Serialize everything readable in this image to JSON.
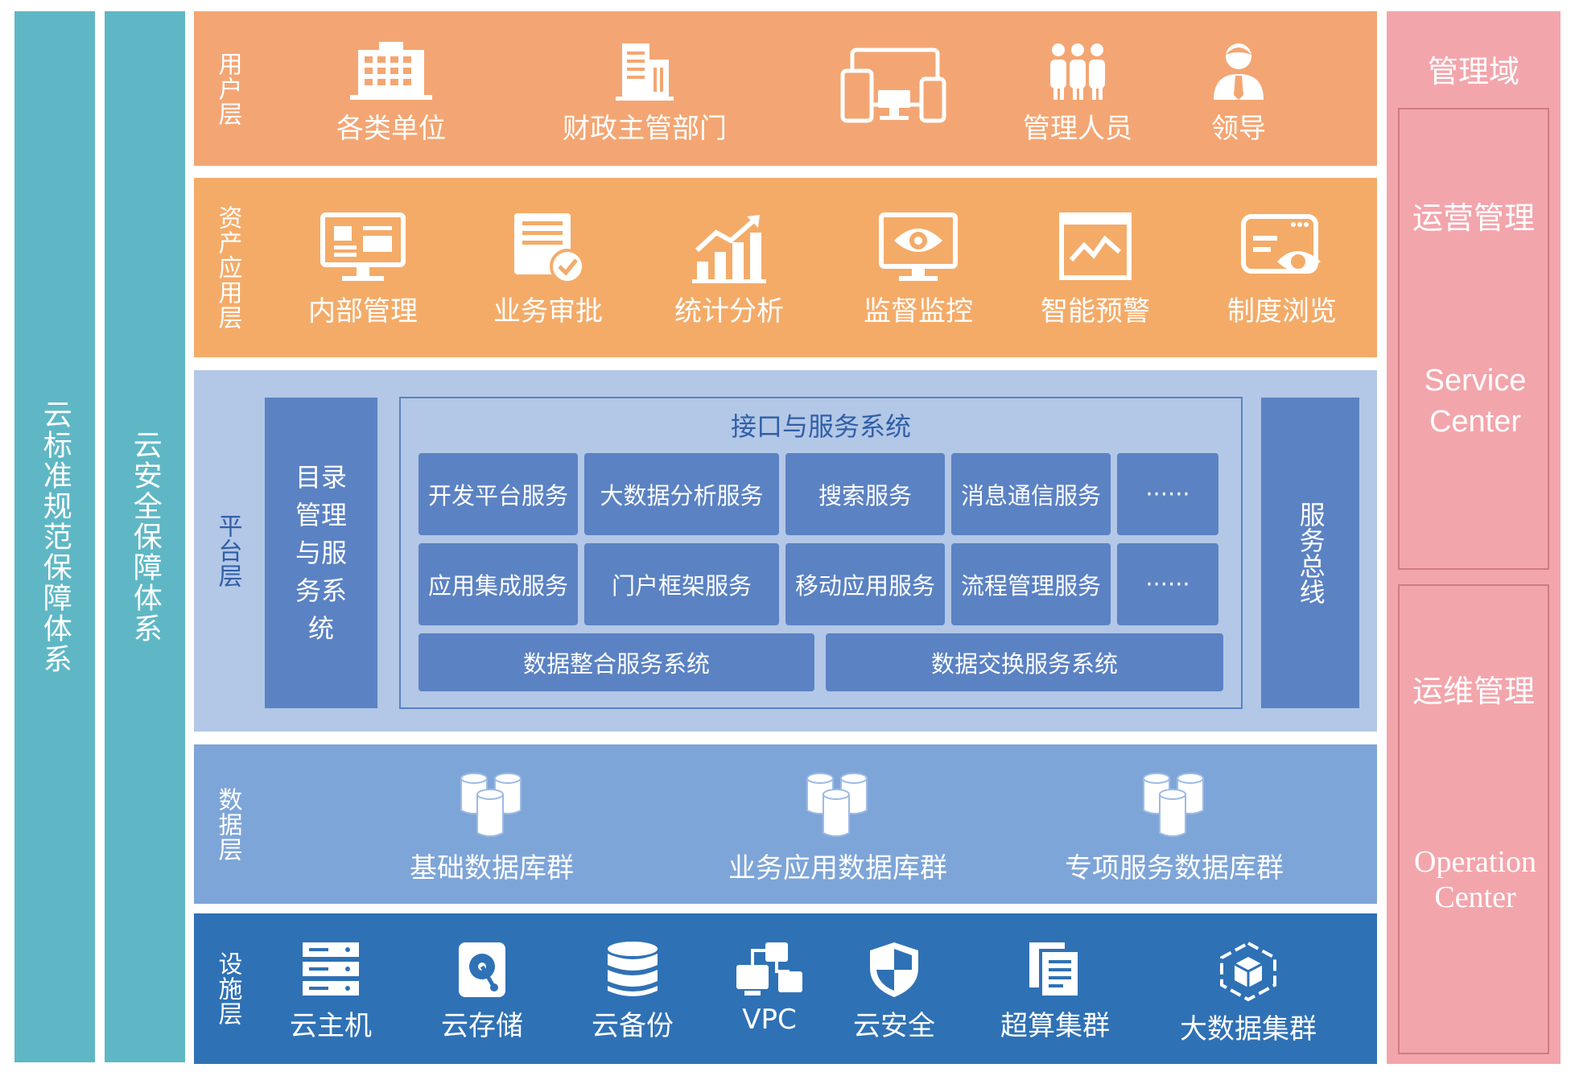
{
  "left_columns": {
    "standards": "云标准规范保障体系",
    "security": "云安全保障体系"
  },
  "user_layer": {
    "label": "用户层",
    "items": [
      {
        "label": "各类单位",
        "icon": "building-icon"
      },
      {
        "label": "财政主管部门",
        "icon": "office-building-icon"
      },
      {
        "label": "",
        "icon": "multi-device-icon"
      },
      {
        "label": "管理人员",
        "icon": "group-people-icon"
      },
      {
        "label": "领导",
        "icon": "leader-person-icon"
      }
    ]
  },
  "app_layer": {
    "label": "资产应用层",
    "items": [
      {
        "label": "内部管理",
        "icon": "monitor-profile-icon"
      },
      {
        "label": "业务审批",
        "icon": "document-check-icon"
      },
      {
        "label": "统计分析",
        "icon": "bar-chart-growth-icon"
      },
      {
        "label": "监督监控",
        "icon": "monitor-eye-icon"
      },
      {
        "label": "智能预警",
        "icon": "trend-window-icon"
      },
      {
        "label": "制度浏览",
        "icon": "browser-eye-icon"
      }
    ]
  },
  "platform_layer": {
    "label": "平台层",
    "catalog": "目录管理与服务系统",
    "bus": "服务总线",
    "interface_title": "接口与服务系统",
    "services_row1": [
      "开发平台服务",
      "大数据分析服务",
      "搜索服务",
      "消息通信服务",
      "······"
    ],
    "services_row2": [
      "应用集成服务",
      "门户框架服务",
      "移动应用服务",
      "流程管理服务",
      "······"
    ],
    "bottom_systems": [
      "数据整合服务系统",
      "数据交换服务系统"
    ]
  },
  "data_layer": {
    "label": "数据层",
    "items": [
      {
        "label": "基础数据库群",
        "icon": "database-cluster-icon"
      },
      {
        "label": "业务应用数据库群",
        "icon": "database-cluster-icon"
      },
      {
        "label": "专项服务数据库群",
        "icon": "database-cluster-icon"
      }
    ]
  },
  "infra_layer": {
    "label": "设施层",
    "items": [
      {
        "label": "云主机",
        "icon": "server-rack-icon"
      },
      {
        "label": "云存储",
        "icon": "hard-disk-icon"
      },
      {
        "label": "云备份",
        "icon": "database-stack-icon"
      },
      {
        "label": "VPC",
        "icon": "network-devices-icon"
      },
      {
        "label": "云安全",
        "icon": "shield-icon"
      },
      {
        "label": "超算集群",
        "icon": "documents-icon"
      },
      {
        "label": "大数据集群",
        "icon": "cube-hexagon-icon"
      }
    ]
  },
  "management": {
    "title": "管理域",
    "operations_mgmt": "运营管理",
    "service_center": "Service Center",
    "maintenance_mgmt": "运维管理",
    "operation_center": "Operation Center"
  },
  "colors": {
    "teal": "#5fb7c5",
    "user_orange": "#f3a673",
    "app_orange": "#f4ab68",
    "platform_light": "#b3c7e6",
    "service_blue": "#5b82c3",
    "data_blue": "#7ea5d8",
    "infra_blue": "#2f71b5",
    "pink": "#f3a5ac"
  }
}
